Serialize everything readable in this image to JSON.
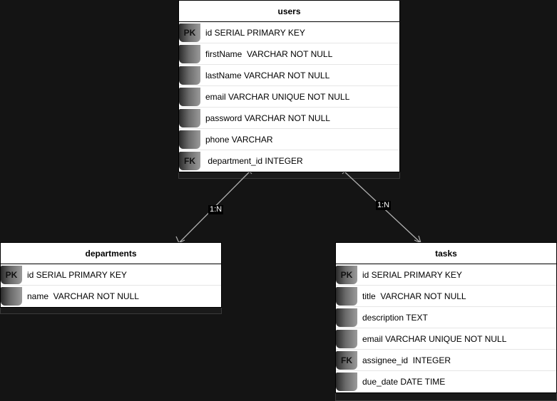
{
  "tables": {
    "users": {
      "title": "users",
      "rows": [
        {
          "key": "PK",
          "text": "id SERIAL PRIMARY KEY"
        },
        {
          "key": "",
          "text": "firstName  VARCHAR NOT NULL"
        },
        {
          "key": "",
          "text": "lastName VARCHAR NOT NULL"
        },
        {
          "key": "",
          "text": "email VARCHAR UNIQUE NOT NULL"
        },
        {
          "key": "",
          "text": "password VARCHAR NOT NULL"
        },
        {
          "key": "",
          "text": "phone VARCHAR"
        },
        {
          "key": "FK",
          "text": " department_id INTEGER"
        }
      ]
    },
    "departments": {
      "title": "departments",
      "rows": [
        {
          "key": "PK",
          "text": "id SERIAL PRIMARY KEY"
        },
        {
          "key": "",
          "text": "name  VARCHAR NOT NULL"
        }
      ]
    },
    "tasks": {
      "title": "tasks",
      "rows": [
        {
          "key": "PK",
          "text": "id SERIAL PRIMARY KEY"
        },
        {
          "key": "",
          "text": "title  VARCHAR NOT NULL"
        },
        {
          "key": "",
          "text": "description TEXT"
        },
        {
          "key": "",
          "text": "email VARCHAR UNIQUE NOT NULL"
        },
        {
          "key": "FK",
          "text": "assignee_id  INTEGER"
        },
        {
          "key": "",
          "text": "due_date DATE TIME"
        }
      ]
    }
  },
  "relations": [
    {
      "label": "1:N"
    },
    {
      "label": "1:N"
    }
  ]
}
